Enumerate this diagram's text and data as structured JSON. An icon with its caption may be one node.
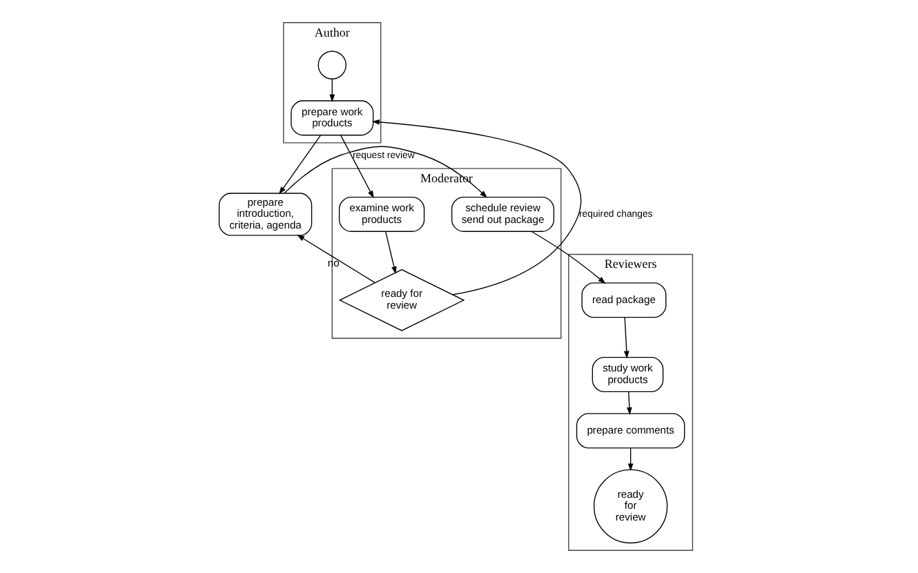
{
  "diagram": {
    "nodes": [
      {
        "text": [
          "Author"
        ]
      },
      {
        "text": [
          "Moderator"
        ]
      },
      {
        "text": [
          "Reviewers"
        ]
      },
      {
        "text": [],
        "shape": "circle",
        "in": 0
      },
      {
        "text": [
          "prepare work products"
        ],
        "in": 0
      },
      {
        "text": [
          "examine work products"
        ],
        "in": 1
      },
      {
        "text": [
          "ready for review"
        ],
        "beside": [
          "no"
        ],
        "in": 1
      },
      {
        "text": [
          "prepare introduction, criteria, agenda"
        ]
      },
      {
        "text": [
          "schedule review send out package"
        ],
        "in": 1
      },
      {
        "text": [
          "read package"
        ],
        "in": 2
      },
      {
        "text": [
          "study work products"
        ],
        "in": 2
      },
      {
        "text": [
          "prepare comments"
        ],
        "in": 2
      },
      {
        "text": [
          "ready for review"
        ],
        "in": 2
      }
    ],
    "edges": [
      {
        "from": 3,
        "to": 4,
        "arrow": "to"
      },
      {
        "from": 6,
        "to": 4,
        "arrow": "to",
        "label": "required changes"
      },
      {
        "from": 4,
        "to": 5,
        "arrow": "to",
        "label": "request review"
      },
      {
        "from": 4,
        "to": 7,
        "arrow": "to"
      },
      {
        "from": 5,
        "to": 6,
        "arrow": "to"
      },
      {
        "from": 6,
        "to": 7,
        "arrow": "to"
      },
      {
        "from": 7,
        "to": 8,
        "arrow": "to"
      },
      {
        "from": 8,
        "to": 9,
        "arrow": "to"
      },
      {
        "from": 9,
        "to": 10,
        "arrow": "to"
      },
      {
        "from": 10,
        "to": 11,
        "arrow": "to"
      },
      {
        "from": 11,
        "to": 12,
        "arrow": "to"
      }
    ]
  }
}
